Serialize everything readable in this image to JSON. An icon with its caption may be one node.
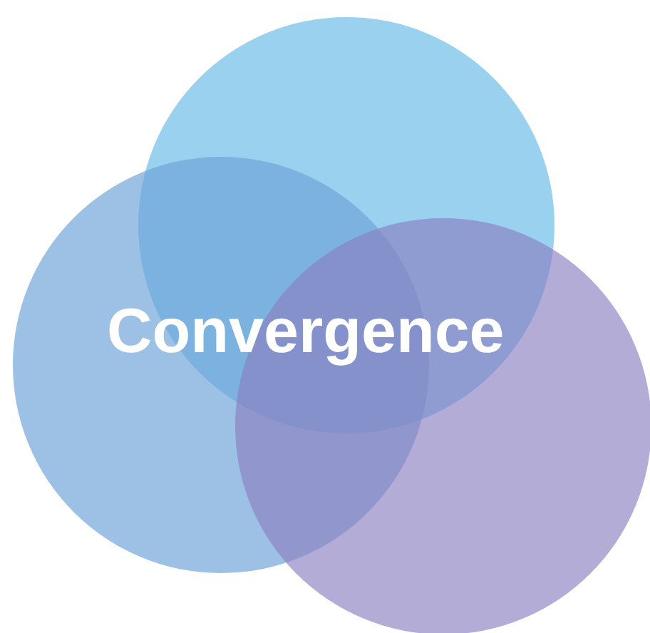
{
  "diagram": {
    "nodes": [
      {
        "text": [],
        "shape": "circle"
      },
      {
        "text": [],
        "shape": "circle"
      },
      {
        "text": [],
        "shape": "circle"
      }
    ],
    "labels": [
      "Convergence"
    ]
  }
}
